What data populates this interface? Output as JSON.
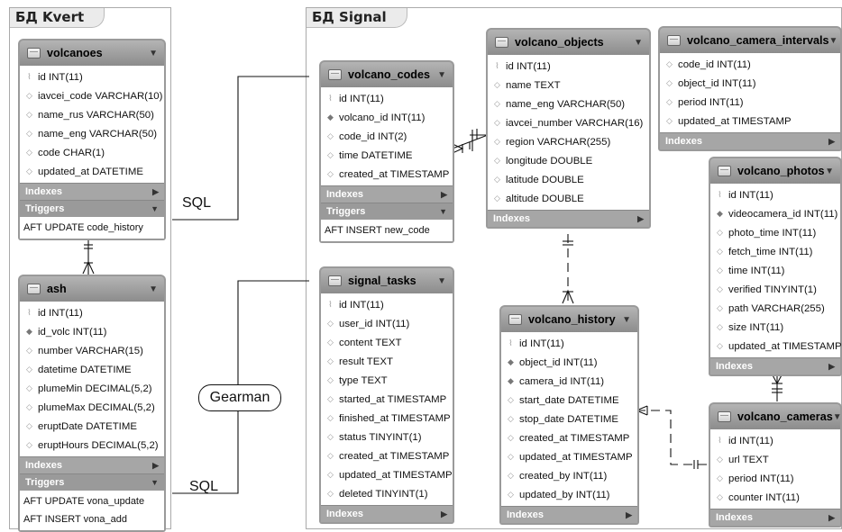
{
  "databases": [
    {
      "title": "БД Kvert"
    },
    {
      "title": "БД Signal"
    }
  ],
  "labels": {
    "sql_top": "SQL",
    "sql_bottom": "SQL",
    "gearman": "Gearman"
  },
  "tables": {
    "volcanoes": {
      "name": "volcanoes",
      "fields": [
        {
          "icon": "key",
          "text": "id INT(11)"
        },
        {
          "icon": "hollow",
          "text": "iavcei_code VARCHAR(10)"
        },
        {
          "icon": "hollow",
          "text": "name_rus VARCHAR(50)"
        },
        {
          "icon": "hollow",
          "text": "name_eng VARCHAR(50)"
        },
        {
          "icon": "hollow",
          "text": "code CHAR(1)"
        },
        {
          "icon": "hollow",
          "text": "updated_at DATETIME"
        }
      ],
      "indexes": "Indexes",
      "triggers": "Triggers",
      "trigger_items": [
        "AFT UPDATE code_history"
      ]
    },
    "ash": {
      "name": "ash",
      "fields": [
        {
          "icon": "key",
          "text": "id INT(11)"
        },
        {
          "icon": "solid",
          "text": "id_volc INT(11)"
        },
        {
          "icon": "hollow",
          "text": "number VARCHAR(15)"
        },
        {
          "icon": "hollow",
          "text": "datetime DATETIME"
        },
        {
          "icon": "hollow",
          "text": "plumeMin DECIMAL(5,2)"
        },
        {
          "icon": "hollow",
          "text": "plumeMax DECIMAL(5,2)"
        },
        {
          "icon": "hollow",
          "text": "eruptDate DATETIME"
        },
        {
          "icon": "hollow",
          "text": "eruptHours DECIMAL(5,2)"
        }
      ],
      "indexes": "Indexes",
      "triggers": "Triggers",
      "trigger_items": [
        "AFT UPDATE vona_update",
        "AFT INSERT vona_add"
      ]
    },
    "volcano_codes": {
      "name": "volcano_codes",
      "fields": [
        {
          "icon": "key",
          "text": "id INT(11)"
        },
        {
          "icon": "solid",
          "text": "volcano_id INT(11)"
        },
        {
          "icon": "hollow",
          "text": "code_id INT(2)"
        },
        {
          "icon": "hollow",
          "text": "time DATETIME"
        },
        {
          "icon": "hollow",
          "text": "created_at TIMESTAMP"
        }
      ],
      "indexes": "Indexes",
      "triggers": "Triggers",
      "trigger_items": [
        "AFT INSERT new_code"
      ]
    },
    "signal_tasks": {
      "name": "signal_tasks",
      "fields": [
        {
          "icon": "key",
          "text": "id INT(11)"
        },
        {
          "icon": "hollow",
          "text": "user_id INT(11)"
        },
        {
          "icon": "hollow",
          "text": "content TEXT"
        },
        {
          "icon": "hollow",
          "text": "result TEXT"
        },
        {
          "icon": "hollow",
          "text": "type TEXT"
        },
        {
          "icon": "hollow",
          "text": "started_at TIMESTAMP"
        },
        {
          "icon": "hollow",
          "text": "finished_at TIMESTAMP"
        },
        {
          "icon": "hollow",
          "text": "status TINYINT(1)"
        },
        {
          "icon": "hollow",
          "text": "created_at TIMESTAMP"
        },
        {
          "icon": "hollow",
          "text": "updated_at TIMESTAMP"
        },
        {
          "icon": "hollow",
          "text": "deleted TINYINT(1)"
        }
      ],
      "indexes": "Indexes"
    },
    "volcano_objects": {
      "name": "volcano_objects",
      "fields": [
        {
          "icon": "key",
          "text": "id INT(11)"
        },
        {
          "icon": "hollow",
          "text": "name TEXT"
        },
        {
          "icon": "hollow",
          "text": "name_eng VARCHAR(50)"
        },
        {
          "icon": "hollow",
          "text": "iavcei_number VARCHAR(16)"
        },
        {
          "icon": "hollow",
          "text": "region VARCHAR(255)"
        },
        {
          "icon": "hollow",
          "text": "longitude DOUBLE"
        },
        {
          "icon": "hollow",
          "text": "latitude DOUBLE"
        },
        {
          "icon": "hollow",
          "text": "altitude DOUBLE"
        }
      ],
      "indexes": "Indexes"
    },
    "volcano_history": {
      "name": "volcano_history",
      "fields": [
        {
          "icon": "key",
          "text": "id INT(11)"
        },
        {
          "icon": "solid",
          "text": "object_id INT(11)"
        },
        {
          "icon": "solid",
          "text": "camera_id INT(11)"
        },
        {
          "icon": "hollow",
          "text": "start_date DATETIME"
        },
        {
          "icon": "hollow",
          "text": "stop_date DATETIME"
        },
        {
          "icon": "hollow",
          "text": "created_at TIMESTAMP"
        },
        {
          "icon": "hollow",
          "text": "updated_at TIMESTAMP"
        },
        {
          "icon": "hollow",
          "text": "created_by INT(11)"
        },
        {
          "icon": "hollow",
          "text": "updated_by INT(11)"
        }
      ],
      "indexes": "Indexes"
    },
    "volcano_camera_intervals": {
      "name": "volcano_camera_intervals",
      "fields": [
        {
          "icon": "hollow",
          "text": "code_id INT(11)"
        },
        {
          "icon": "hollow",
          "text": "object_id INT(11)"
        },
        {
          "icon": "hollow",
          "text": "period INT(11)"
        },
        {
          "icon": "hollow",
          "text": "updated_at TIMESTAMP"
        }
      ],
      "indexes": "Indexes"
    },
    "volcano_photos": {
      "name": "volcano_photos",
      "fields": [
        {
          "icon": "key",
          "text": "id INT(11)"
        },
        {
          "icon": "solid",
          "text": "videocamera_id INT(11)"
        },
        {
          "icon": "hollow",
          "text": "photo_time INT(11)"
        },
        {
          "icon": "hollow",
          "text": "fetch_time INT(11)"
        },
        {
          "icon": "hollow",
          "text": "time INT(11)"
        },
        {
          "icon": "hollow",
          "text": "verified TINYINT(1)"
        },
        {
          "icon": "hollow",
          "text": "path VARCHAR(255)"
        },
        {
          "icon": "hollow",
          "text": "size INT(11)"
        },
        {
          "icon": "hollow",
          "text": "updated_at TIMESTAMP"
        }
      ],
      "indexes": "Indexes"
    },
    "volcano_cameras": {
      "name": "volcano_cameras",
      "fields": [
        {
          "icon": "key",
          "text": "id INT(11)"
        },
        {
          "icon": "hollow",
          "text": "url TEXT"
        },
        {
          "icon": "hollow",
          "text": "period INT(11)"
        },
        {
          "icon": "hollow",
          "text": "counter INT(11)"
        }
      ],
      "indexes": "Indexes"
    }
  }
}
